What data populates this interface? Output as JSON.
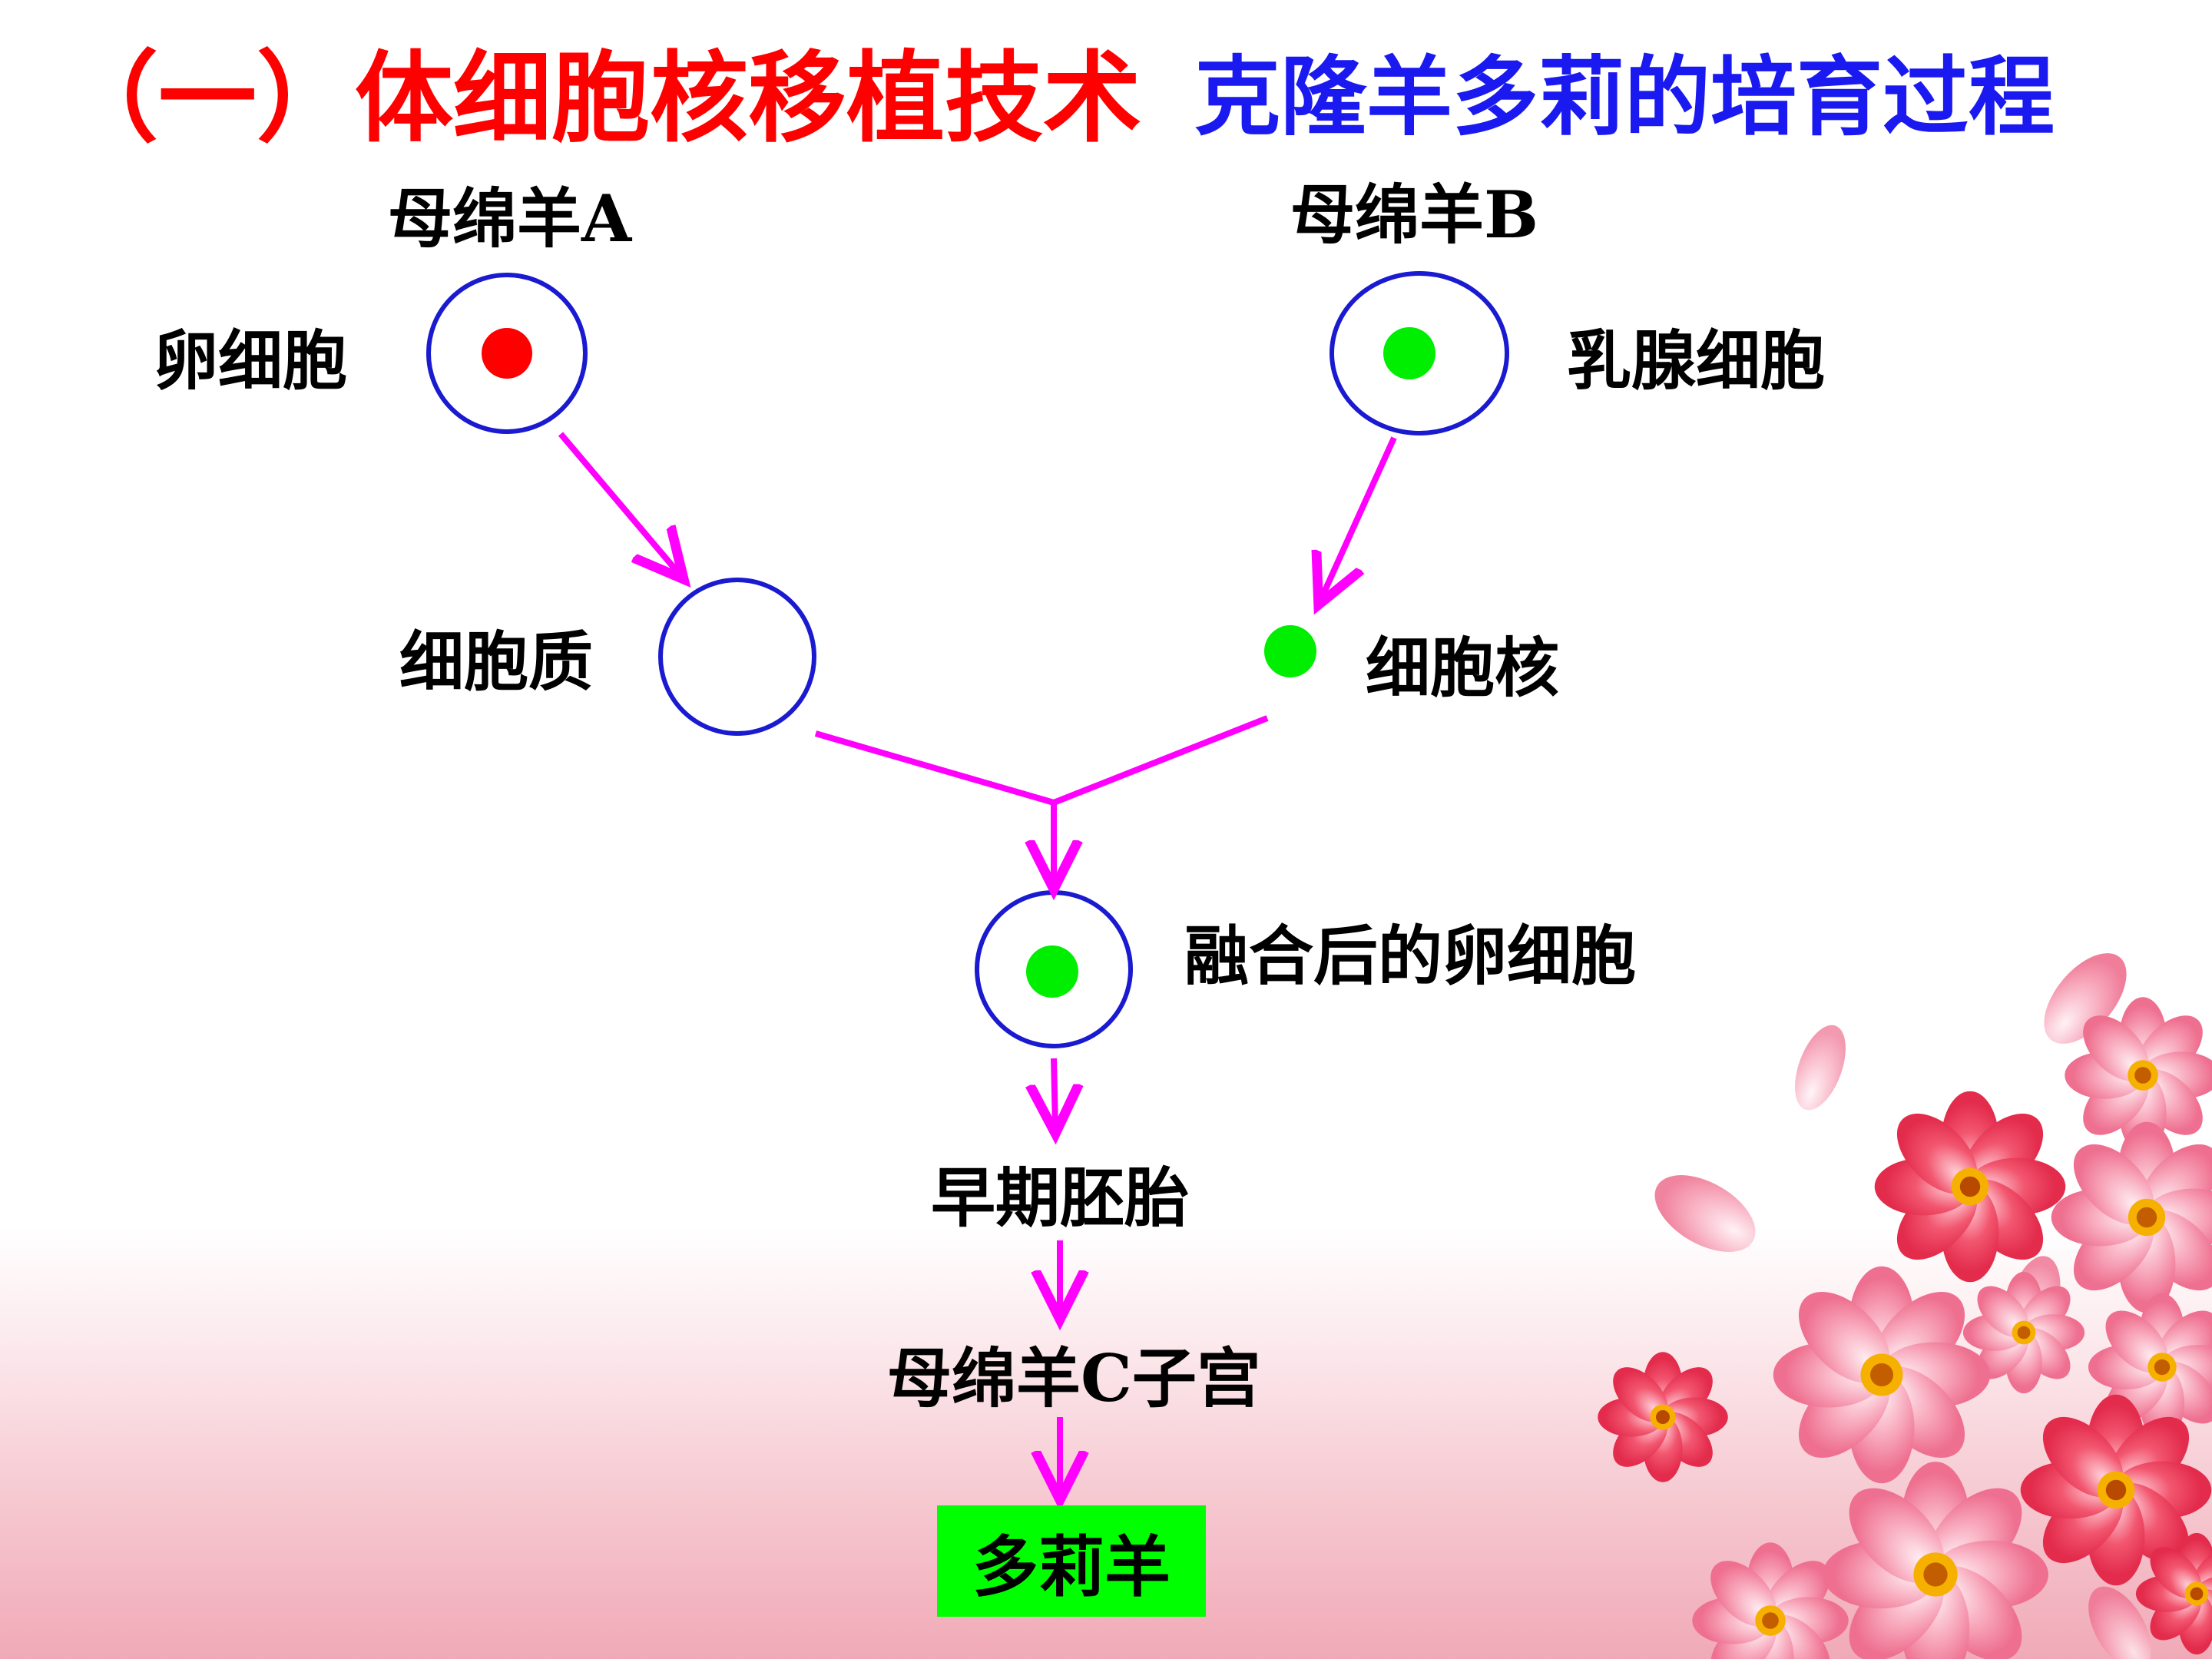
{
  "title": {
    "left": "（一）体细胞核移植技术",
    "right": "克隆羊多莉的培育过程"
  },
  "labels": {
    "sheep_a": "母绵羊A",
    "sheep_b": "母绵羊B",
    "egg_cell": "卵细胞",
    "mammary_cell": "乳腺细胞",
    "cytoplasm": "细胞质",
    "nucleus": "细胞核",
    "fused_egg": "融合后的卵细胞",
    "early_embryo": "早期胚胎",
    "uterus": "母绵羊C子宫",
    "result": "多莉羊"
  },
  "colors": {
    "title_red": "#ff0000",
    "title_blue": "#1a1af0",
    "cell_outline": "#1a1ad0",
    "egg_nucleus": "#ff0000",
    "somatic_nucleus": "#00ee00",
    "arrow": "#ff00ff",
    "result_box": "#00ff00"
  }
}
